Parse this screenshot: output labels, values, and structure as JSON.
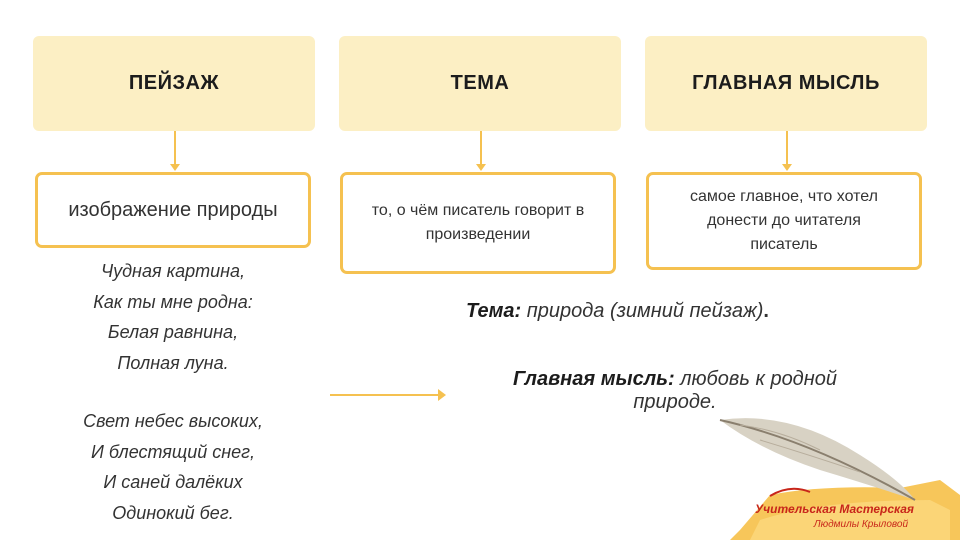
{
  "headers": [
    "ПЕЙЗАЖ",
    "ТЕМА",
    "ГЛАВНАЯ МЫСЛЬ"
  ],
  "definitions": [
    "изображение природы",
    "то, о чём писатель говорит в произведении",
    "самое главное, что хотел донести до читателя писатель"
  ],
  "poem": {
    "stanza1": [
      "Чудная картина,",
      "Как ты мне родна:",
      "Белая равнина,",
      "Полная луна."
    ],
    "stanza2": [
      "Свет небес высоких,",
      "И блестящий снег,",
      "И саней далёких",
      "Одинокий бег."
    ]
  },
  "theme": {
    "label": "Тема:",
    "value": "природа (зимний пейзаж)",
    "end": "."
  },
  "main_idea": {
    "label": "Главная мысль:",
    "value": "любовь к родной",
    "value2": "природе."
  },
  "logo": {
    "line1": "Учительская Мастерская",
    "line2": "Людмилы Крыловой"
  },
  "colors": {
    "accent": "#f5c150",
    "header_bg": "#fcefc4",
    "logo_red": "#c8261a"
  }
}
